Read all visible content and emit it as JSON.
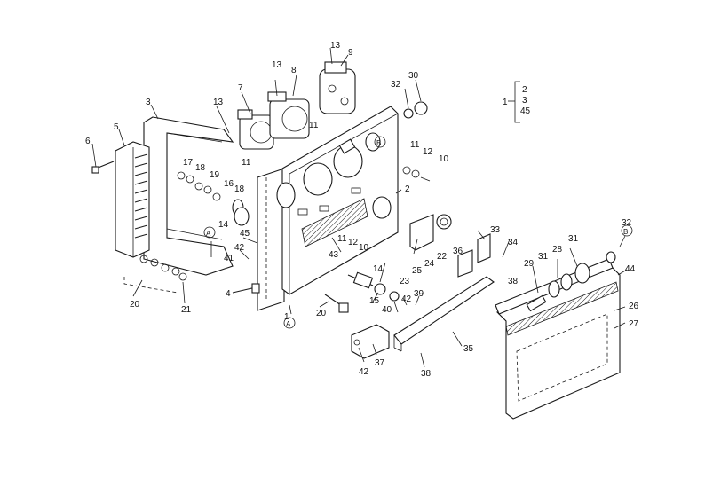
{
  "diagram": {
    "type": "exploded-parts-view",
    "callouts": [
      {
        "id": "c13a",
        "text": "13"
      },
      {
        "id": "c9",
        "text": "9"
      },
      {
        "id": "c13b",
        "text": "13"
      },
      {
        "id": "c8",
        "text": "8"
      },
      {
        "id": "c7",
        "text": "7"
      },
      {
        "id": "c13c",
        "text": "13"
      },
      {
        "id": "c11a",
        "text": "11"
      },
      {
        "id": "c11b",
        "text": "11"
      },
      {
        "id": "c32a",
        "text": "32"
      },
      {
        "id": "c30",
        "text": "30"
      },
      {
        "id": "c3",
        "text": "3"
      },
      {
        "id": "c6",
        "text": "6"
      },
      {
        "id": "c5",
        "text": "5"
      },
      {
        "id": "c17",
        "text": "17"
      },
      {
        "id": "c18a",
        "text": "18"
      },
      {
        "id": "c19",
        "text": "19"
      },
      {
        "id": "c16",
        "text": "16"
      },
      {
        "id": "c18b",
        "text": "18"
      },
      {
        "id": "c14a",
        "text": "14"
      },
      {
        "id": "c11c",
        "text": "11"
      },
      {
        "id": "c12a",
        "text": "12"
      },
      {
        "id": "c10a",
        "text": "10"
      },
      {
        "id": "c2",
        "text": "2"
      },
      {
        "id": "c45",
        "text": "45"
      },
      {
        "id": "c41",
        "text": "41"
      },
      {
        "id": "c42a",
        "text": "42"
      },
      {
        "id": "c43",
        "text": "43"
      },
      {
        "id": "c11d",
        "text": "11"
      },
      {
        "id": "c12b",
        "text": "12"
      },
      {
        "id": "c10b",
        "text": "10"
      },
      {
        "id": "c33",
        "text": "33"
      },
      {
        "id": "c34",
        "text": "34"
      },
      {
        "id": "c36",
        "text": "36"
      },
      {
        "id": "c22",
        "text": "22"
      },
      {
        "id": "c24",
        "text": "24"
      },
      {
        "id": "c25",
        "text": "25"
      },
      {
        "id": "c23",
        "text": "23"
      },
      {
        "id": "c14b",
        "text": "14"
      },
      {
        "id": "c15",
        "text": "15"
      },
      {
        "id": "c42b",
        "text": "42"
      },
      {
        "id": "c39",
        "text": "39"
      },
      {
        "id": "c40",
        "text": "40"
      },
      {
        "id": "c32b",
        "text": "32"
      },
      {
        "id": "c31a",
        "text": "31"
      },
      {
        "id": "c28",
        "text": "28"
      },
      {
        "id": "c29",
        "text": "29"
      },
      {
        "id": "c31b",
        "text": "31"
      },
      {
        "id": "c44",
        "text": "44"
      },
      {
        "id": "c26",
        "text": "26"
      },
      {
        "id": "c27",
        "text": "27"
      },
      {
        "id": "c38a",
        "text": "38"
      },
      {
        "id": "c35",
        "text": "35"
      },
      {
        "id": "c38b",
        "text": "38"
      },
      {
        "id": "c37",
        "text": "37"
      },
      {
        "id": "c42c",
        "text": "42"
      },
      {
        "id": "c20a",
        "text": "20"
      },
      {
        "id": "c20b",
        "text": "20"
      },
      {
        "id": "c21",
        "text": "21"
      },
      {
        "id": "c4",
        "text": "4"
      },
      {
        "id": "c1",
        "text": "1"
      }
    ],
    "reference_marks": [
      {
        "id": "mA1",
        "text": "A"
      },
      {
        "id": "mA2",
        "text": "A"
      },
      {
        "id": "mB1",
        "text": "B"
      },
      {
        "id": "mB2",
        "text": "B"
      }
    ],
    "assembly_key": {
      "parent": "1",
      "children": [
        "2",
        "3",
        "45"
      ]
    }
  }
}
